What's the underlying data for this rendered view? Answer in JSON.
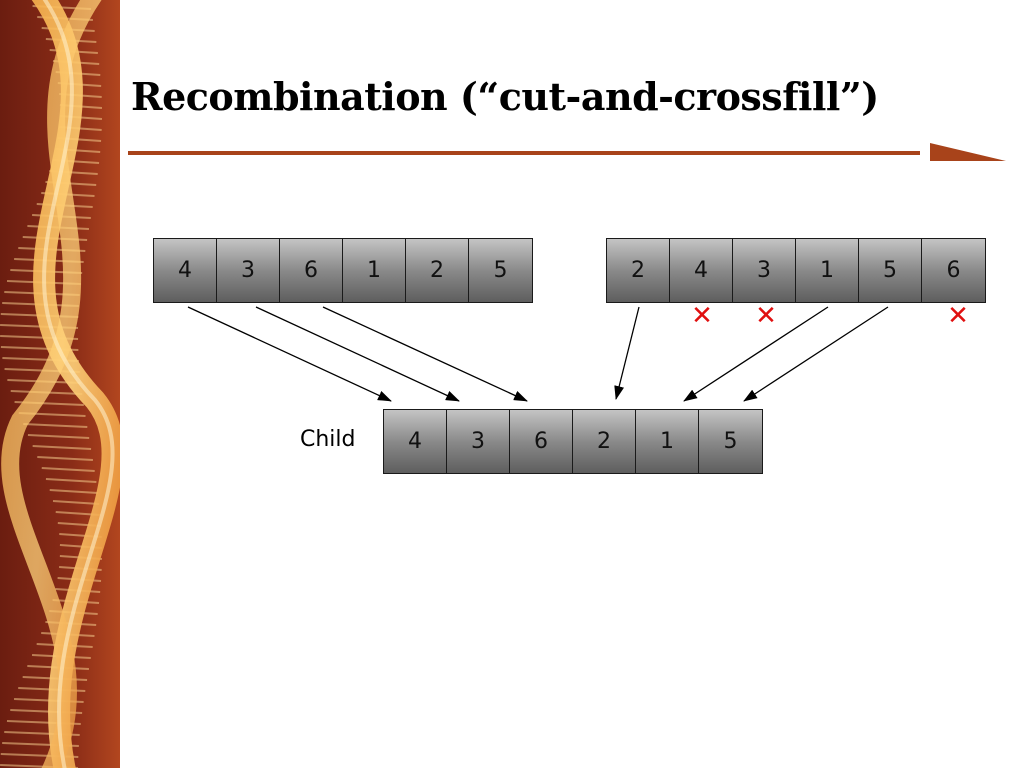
{
  "slide": {
    "title": "Recombination (“cut-and-crossfill”)"
  },
  "colors": {
    "accent": "#a8431a",
    "x_mark": "#e01010",
    "cell_fill_top": "#c4c4c4",
    "cell_fill_bottom": "#5e5e5e"
  },
  "parent1": {
    "cells": [
      "4",
      "3",
      "6",
      "1",
      "2",
      "5"
    ]
  },
  "parent2": {
    "cells": [
      "2",
      "4",
      "3",
      "1",
      "5",
      "6"
    ],
    "rejected_positions": [
      2,
      3,
      6
    ]
  },
  "child": {
    "label": "Child",
    "cells": [
      "4",
      "3",
      "6",
      "2",
      "1",
      "5"
    ]
  },
  "icons": {
    "reject": "x-mark-icon",
    "copy": "arrow-icon"
  }
}
